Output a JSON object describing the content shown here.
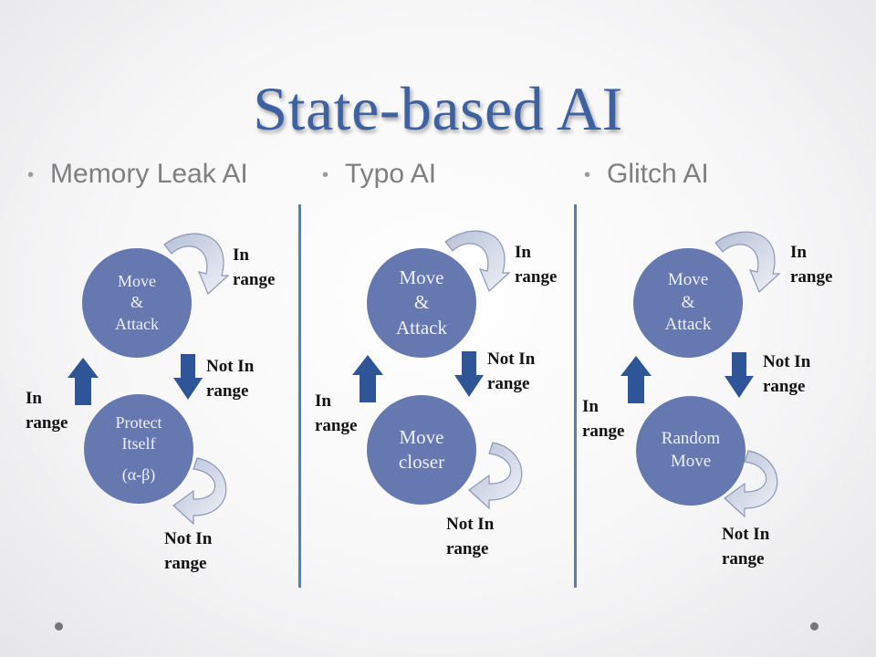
{
  "slide": {
    "title": "State-based AI",
    "bullets": [
      {
        "text": "Memory Leak AI"
      },
      {
        "text": "Typo AI"
      },
      {
        "text": "Glitch AI"
      }
    ],
    "diagrams": [
      {
        "top_state": {
          "line1": "Move",
          "line2": "&",
          "line3": "Attack"
        },
        "bottom_state": {
          "line1": "Protect",
          "line2": "Itself",
          "line3": "(α-β)"
        },
        "label_top_loop": {
          "line1": "In",
          "line2": "range"
        },
        "label_down": {
          "line1": "Not In",
          "line2": "range"
        },
        "label_up": {
          "line1": "In",
          "line2": "range"
        },
        "label_bottom_loop": {
          "line1": "Not In",
          "line2": "range"
        }
      },
      {
        "top_state": {
          "line1": "Move",
          "line2": "&",
          "line3": "Attack"
        },
        "bottom_state": {
          "line1": "Move",
          "line2": "closer"
        },
        "label_top_loop": {
          "line1": "In",
          "line2": "range"
        },
        "label_down": {
          "line1": "Not In",
          "line2": "range"
        },
        "label_up": {
          "line1": "In",
          "line2": "range"
        },
        "label_bottom_loop": {
          "line1": "Not In",
          "line2": "range"
        }
      },
      {
        "top_state": {
          "line1": "Move",
          "line2": "&",
          "line3": "Attack"
        },
        "bottom_state": {
          "line1": "Random",
          "line2": "Move"
        },
        "label_top_loop": {
          "line1": "In",
          "line2": "range"
        },
        "label_down": {
          "line1": "Not In",
          "line2": "range"
        },
        "label_up": {
          "line1": "In",
          "line2": "range"
        },
        "label_bottom_loop": {
          "line1": "Not In",
          "line2": "range"
        }
      }
    ]
  },
  "colors": {
    "title": "#3e62a1",
    "state_fill": "#6678b0",
    "arrow_dark": "#2e5597",
    "loop_arrow_fill": "#d4dae8",
    "loop_arrow_stroke": "#8a97b8",
    "divider": "#5e79b5"
  }
}
